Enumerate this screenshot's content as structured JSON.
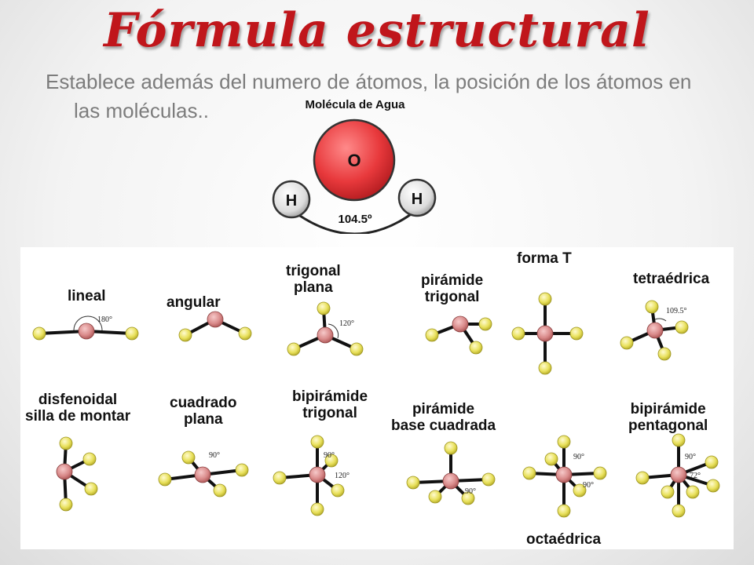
{
  "slide": {
    "title": "Fórmula estructural",
    "subtitle_line1": "Establece además del numero  de átomos, la posición de los átomos en",
    "subtitle_line2": "las moléculas.."
  },
  "water": {
    "heading": "Molécula de Agua",
    "oxygen": "O",
    "hydrogen_left": "H",
    "hydrogen_right": "H",
    "angle": "104.5º"
  },
  "geometries": {
    "lineal": {
      "name": "lineal",
      "angle": "180°"
    },
    "angular": {
      "name": "angular"
    },
    "trigonal_plana": {
      "line1": "trigonal",
      "line2": "plana",
      "angle": "120°"
    },
    "piramide_trigonal": {
      "line1": "pirámide",
      "line2": "trigonal"
    },
    "forma_t": {
      "name": "forma T"
    },
    "tetraedrica": {
      "name": "tetraédrica",
      "angle": "109.5°"
    },
    "disfenoidal": {
      "line1": "disfenoidal",
      "line2": "silla de montar"
    },
    "cuadrado_plana": {
      "line1": "cuadrado",
      "line2": "plana",
      "angle": "90°"
    },
    "bipiramide_trigonal": {
      "line1": "bipirámide",
      "line2": "trigonal",
      "angle1": "90°",
      "angle2": "120°"
    },
    "piramide_base_cuadrada": {
      "line1": "pirámide",
      "line2": "base cuadrada",
      "angle": "90°"
    },
    "octaedrica": {
      "name": "octaédrica",
      "angle1": "90°",
      "angle2": "90°"
    },
    "bipiramide_pentagonal": {
      "line1": "bipirámide",
      "line2": "pentagonal",
      "angle1": "90°",
      "angle2": "72°"
    }
  },
  "colors": {
    "title": "#c0161b",
    "subtitle": "#7c7c7c",
    "oxygen": "#e8393c",
    "hydrogen": "#e6e6e6",
    "central_atom": "#d98a8a",
    "ligand_atom": "#e8e05a"
  }
}
